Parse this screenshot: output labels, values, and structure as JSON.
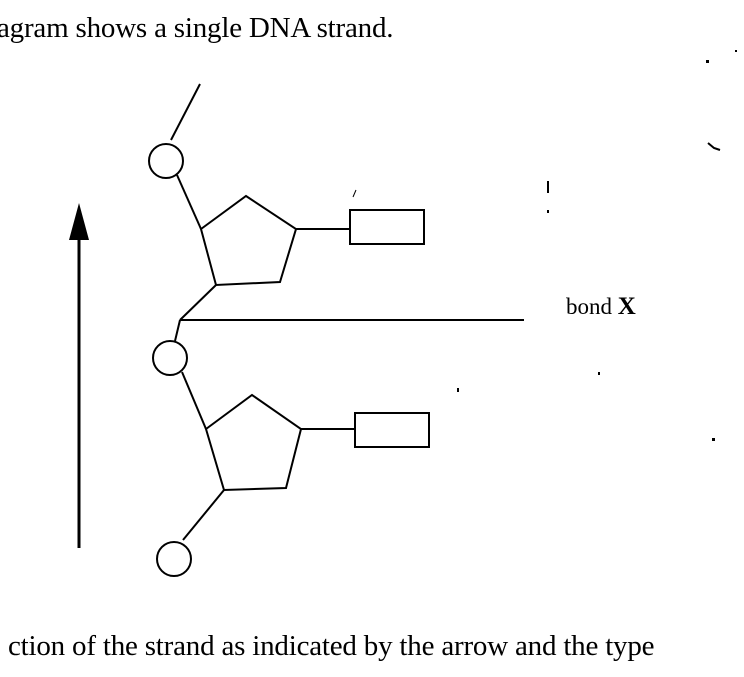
{
  "caption": {
    "top_text": "agram shows a single DNA strand.",
    "bottom_text": "ction of the strand as indicated by the arrow and the type"
  },
  "diagram": {
    "bond_label": {
      "word": "bond",
      "letter": "X"
    },
    "nucleotides": [
      {
        "parts": [
          "phosphate",
          "deoxyribose",
          "base"
        ]
      },
      {
        "parts": [
          "phosphate",
          "deoxyribose",
          "base"
        ]
      }
    ],
    "terminal_phosphate": true,
    "arrow_direction": "up"
  }
}
